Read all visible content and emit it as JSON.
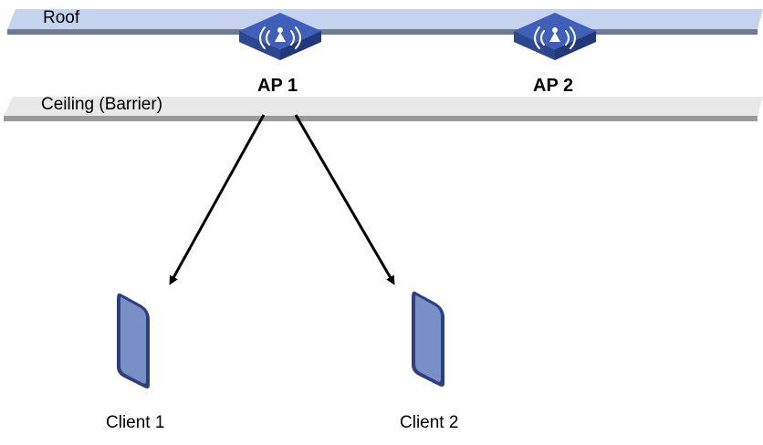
{
  "labels": {
    "roof": "Roof",
    "ceiling": "Ceiling (Barrier)",
    "ap1": "AP 1",
    "ap2": "AP 2",
    "client1": "Client 1",
    "client2": "Client 2"
  },
  "colors": {
    "roof_fill": "#c5d3ef",
    "roof_edge": "#6f7b93",
    "ceiling_fill": "#e8e8e8",
    "ceiling_edge": "#9a9a9a",
    "ap_top": "#3f5fb8",
    "ap_side": "#2c4790",
    "ap_front": "#22387a",
    "client_body": "#7b8fc7",
    "client_edge": "#2e3f80",
    "arrow": "#000000"
  },
  "icons": {
    "ap": "wireless-access-point-icon",
    "client": "smartphone-icon"
  }
}
